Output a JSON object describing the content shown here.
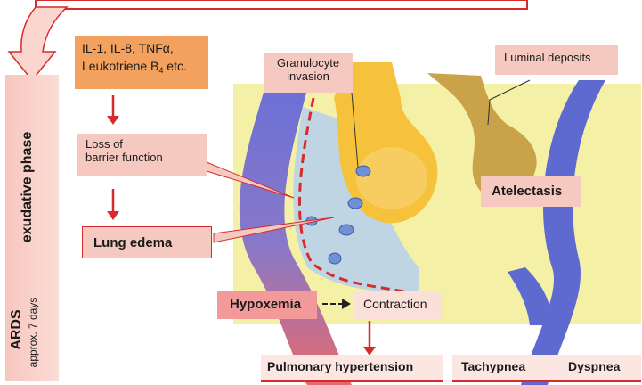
{
  "sidebar": {
    "phase_label": "exudative phase",
    "ards_label": "ARDS",
    "duration_label": "approx. 7 days"
  },
  "mediators": {
    "line1": "IL-1, IL-8, TNFα,",
    "line2_main": "Leukotriene B",
    "line2_sub": "4",
    "line2_tail": " etc."
  },
  "labels": {
    "loss_of_barrier_line1": "Loss of",
    "loss_of_barrier_line2": "barrier function",
    "lung_edema": "Lung edema",
    "granulocyte_line1": "Granulocyte",
    "granulocyte_line2": "invasion",
    "luminal_deposits": "Luminal deposits",
    "atelectasis": "Atelectasis",
    "hypoxemia": "Hypoxemia",
    "contraction": "Contraction",
    "pulmonary_hypertension": "Pulmonary hypertension",
    "tachypnea": "Tachypnea",
    "dyspnea": "Dyspnea"
  },
  "colors": {
    "accent_red": "#d72b2b",
    "label_pink": "#f6c9c0",
    "mediator_orange": "#f2a15e",
    "background_yellow": "#f4f0a6",
    "vessel_blue": "#5f6ad0",
    "vessel_red": "#e46a6a",
    "alveolus_yellow": "#f6c23c",
    "edema_blue": "#b9d2ea"
  }
}
